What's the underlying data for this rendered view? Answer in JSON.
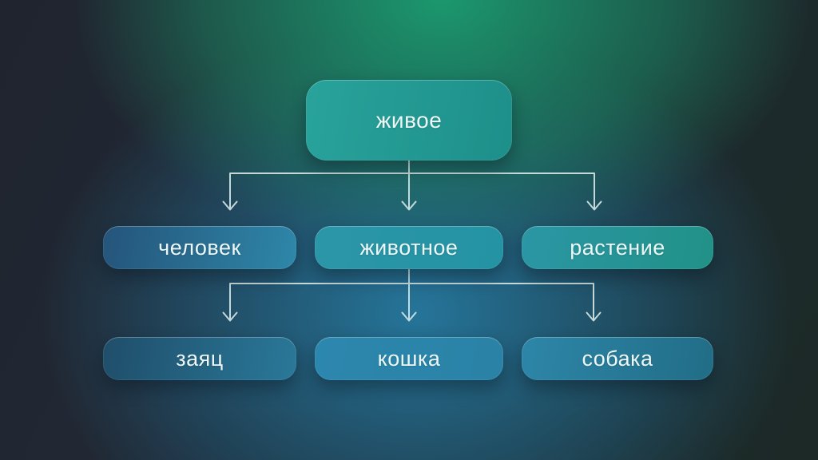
{
  "diagram": {
    "title": "classification-tree",
    "root": {
      "id": "root",
      "label": "живое"
    },
    "level2": [
      {
        "id": "human",
        "label": "человек"
      },
      {
        "id": "animal",
        "label": "животное"
      },
      {
        "id": "plant",
        "label": "растение"
      }
    ],
    "level3": [
      {
        "id": "hare",
        "label": "заяц"
      },
      {
        "id": "cat",
        "label": "кошка"
      },
      {
        "id": "dog",
        "label": "собака"
      }
    ],
    "edges": [
      [
        "живое",
        "человек"
      ],
      [
        "живое",
        "животное"
      ],
      [
        "живое",
        "растение"
      ],
      [
        "животное",
        "заяц"
      ],
      [
        "животное",
        "кошка"
      ],
      [
        "животное",
        "собака"
      ]
    ]
  },
  "colors": {
    "connector": "#d7e8e7",
    "text": "#eef7f7",
    "background_top_green": "#1b9a6f",
    "background_center_blue": "#267da5",
    "background_corner_dark": "#20242e",
    "nodes": {
      "root": [
        "#28a39b",
        "#1e8f8a"
      ],
      "human": [
        "#25547a",
        "#2e87a9"
      ],
      "animal": [
        "#2b96a8",
        "#2493a3"
      ],
      "plant": [
        "#2b96a5",
        "#219287"
      ],
      "hare": [
        "#1f4e6a",
        "#2a7899"
      ],
      "cat": [
        "#2c87ae",
        "#2a82a6"
      ],
      "dog": [
        "#2d86a8",
        "#216d87"
      ]
    }
  }
}
